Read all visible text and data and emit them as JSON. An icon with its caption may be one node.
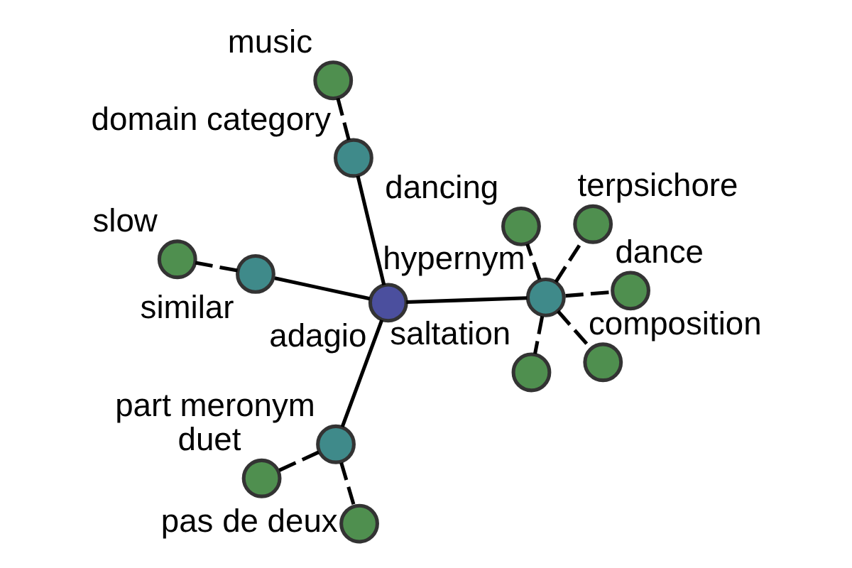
{
  "diagram": {
    "nodes": [
      {
        "text": [],
        "shape": "circle",
        "beside": [
          "adagio"
        ]
      },
      {
        "text": [],
        "shape": "circle",
        "beside": [
          "domain category"
        ]
      },
      {
        "text": [],
        "shape": "circle",
        "beside": [
          "part meronym"
        ]
      },
      {
        "text": [],
        "shape": "circle",
        "beside": [
          "similar"
        ]
      },
      {
        "text": [],
        "shape": "circle",
        "beside": [
          "hypernym"
        ]
      },
      {
        "text": [],
        "shape": "circle",
        "beside": [
          "music"
        ]
      },
      {
        "text": [],
        "shape": "circle",
        "beside": [
          "duet"
        ]
      },
      {
        "text": [],
        "shape": "circle",
        "beside": [
          "pas de deux"
        ]
      },
      {
        "text": [],
        "shape": "circle",
        "beside": [
          "slow"
        ]
      },
      {
        "text": [],
        "shape": "circle",
        "beside": [
          "composition"
        ]
      },
      {
        "text": [],
        "shape": "circle",
        "beside": [
          "saltation"
        ]
      },
      {
        "text": [],
        "shape": "circle",
        "beside": [
          "dancing"
        ]
      },
      {
        "text": [],
        "shape": "circle",
        "beside": [
          "dance"
        ]
      },
      {
        "text": [],
        "shape": "circle",
        "beside": [
          "terpsichore"
        ]
      }
    ],
    "edges": [
      {
        "from": 0,
        "to": 1,
        "arrow": "none"
      },
      {
        "from": 0,
        "to": 2,
        "arrow": "none"
      },
      {
        "from": 0,
        "to": 3,
        "arrow": "none"
      },
      {
        "from": 0,
        "to": 4,
        "arrow": "none"
      },
      {
        "from": 1,
        "to": 5,
        "arrow": "none",
        "style": "dashed"
      },
      {
        "from": 2,
        "to": 6,
        "arrow": "none",
        "style": "dashed"
      },
      {
        "from": 2,
        "to": 7,
        "arrow": "none",
        "style": "dashed"
      },
      {
        "from": 3,
        "to": 8,
        "arrow": "none",
        "style": "dashed"
      },
      {
        "from": 4,
        "to": 9,
        "arrow": "none",
        "style": "dashed"
      },
      {
        "from": 4,
        "to": 10,
        "arrow": "none",
        "style": "dashed"
      },
      {
        "from": 4,
        "to": 11,
        "arrow": "none",
        "style": "dashed"
      },
      {
        "from": 4,
        "to": 12,
        "arrow": "none",
        "style": "dashed"
      },
      {
        "from": 4,
        "to": 13,
        "arrow": "none",
        "style": "dashed"
      }
    ]
  }
}
